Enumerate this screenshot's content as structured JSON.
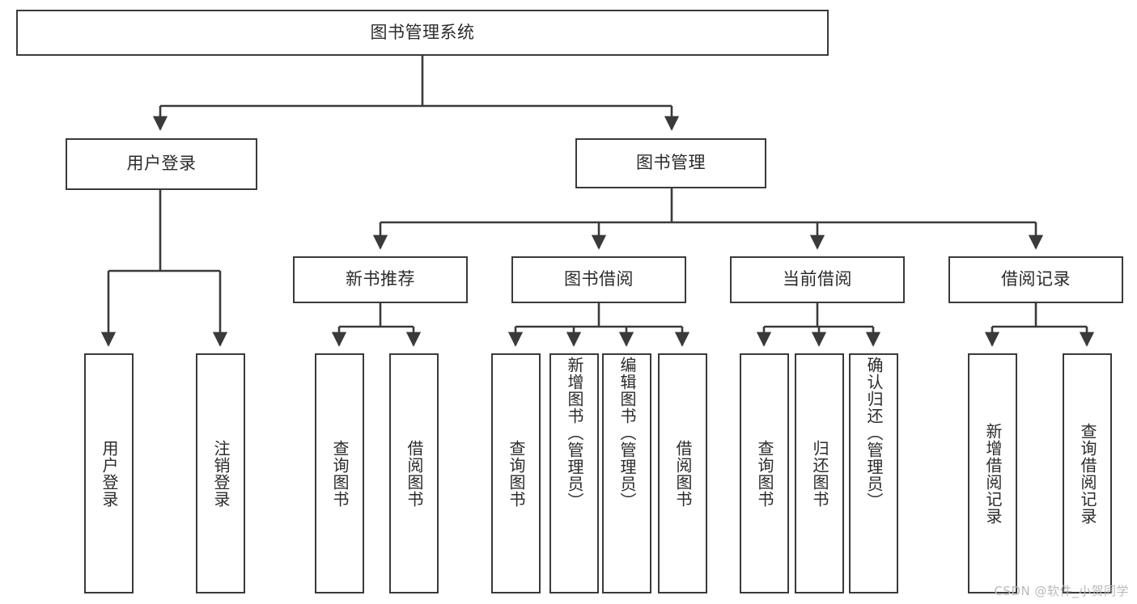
{
  "diagram": {
    "title_node": {
      "label": "图书管理系统"
    },
    "level2": [
      {
        "id": "user-login",
        "label": "用户登录"
      },
      {
        "id": "book-management",
        "label": "图书管理"
      }
    ],
    "level3": [
      {
        "id": "new-book-recommend",
        "label": "新书推荐",
        "parent": "book-management"
      },
      {
        "id": "book-borrow",
        "label": "图书借阅",
        "parent": "book-management"
      },
      {
        "id": "current-borrow",
        "label": "当前借阅",
        "parent": "book-management"
      },
      {
        "id": "borrow-record",
        "label": "借阅记录",
        "parent": "book-management"
      }
    ],
    "leaves": [
      {
        "id": "leaf-user-login",
        "label": "用户登录",
        "parent": "user-login"
      },
      {
        "id": "leaf-logout-login",
        "label": "注销登录",
        "parent": "user-login"
      },
      {
        "id": "leaf-query-book-1",
        "label": "查询图书",
        "parent": "new-book-recommend"
      },
      {
        "id": "leaf-borrow-book-1",
        "label": "借阅图书",
        "parent": "new-book-recommend"
      },
      {
        "id": "leaf-query-book-2",
        "label": "查询图书",
        "parent": "book-borrow"
      },
      {
        "id": "leaf-add-book",
        "label": "新增图书（管理员）",
        "parent": "book-borrow"
      },
      {
        "id": "leaf-edit-book",
        "label": "编辑图书（管理员）",
        "parent": "book-borrow"
      },
      {
        "id": "leaf-borrow-book-2",
        "label": "借阅图书",
        "parent": "book-borrow"
      },
      {
        "id": "leaf-query-book-3",
        "label": "查询图书",
        "parent": "current-borrow"
      },
      {
        "id": "leaf-return-book",
        "label": "归还图书",
        "parent": "current-borrow"
      },
      {
        "id": "leaf-confirm-return",
        "label": "确认归还（管理员）",
        "parent": "current-borrow"
      },
      {
        "id": "leaf-add-record",
        "label": "新增借阅记录",
        "parent": "borrow-record"
      },
      {
        "id": "leaf-query-record",
        "label": "查询借阅记录",
        "parent": "borrow-record"
      }
    ],
    "colors": {
      "stroke": "#3a3a3a",
      "fill": "#ffffff",
      "text": "#2b2b2b",
      "watermark": "#b9b9b9"
    }
  },
  "watermark": {
    "text": "CSDN @软件_小贺同学"
  }
}
